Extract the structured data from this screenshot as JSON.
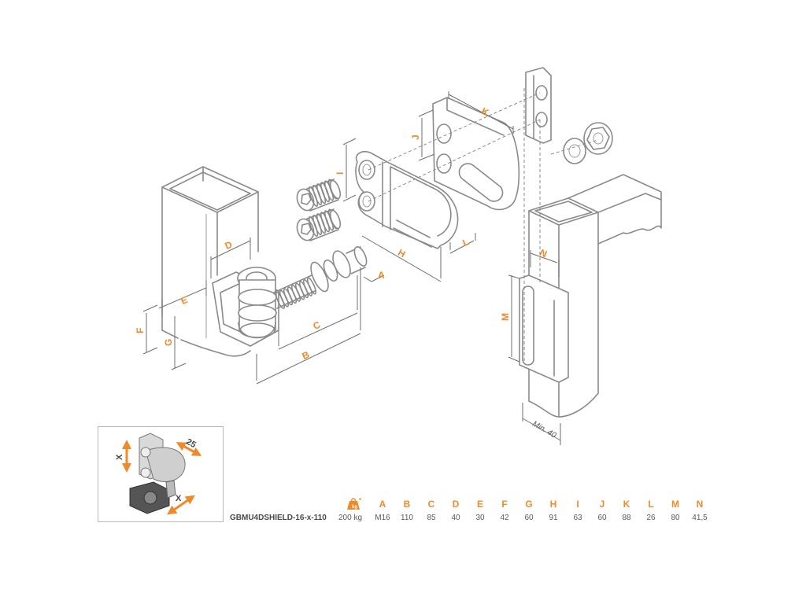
{
  "model": "GBMU4DSHIELD-16-x-110",
  "weight": "200 kg",
  "weight_header_icon": "weight-scale-icon",
  "weight_header_note": "*",
  "columns": [
    "A",
    "B",
    "C",
    "D",
    "E",
    "F",
    "G",
    "H",
    "I",
    "J",
    "K",
    "L",
    "M",
    "N"
  ],
  "values": [
    "M16",
    "110",
    "85",
    "40",
    "30",
    "42",
    "60",
    "91",
    "63",
    "60",
    "88",
    "26",
    "80",
    "41,5"
  ],
  "drawing_labels": {
    "A": "A",
    "B": "B",
    "C": "C",
    "D": "D",
    "E": "E",
    "F": "F",
    "G": "G",
    "H": "H",
    "I": "I",
    "J": "J",
    "K": "K",
    "L": "L",
    "M": "M",
    "N": "N",
    "min": "Min. 40"
  },
  "inset": {
    "x_top": "X",
    "adjust": "25",
    "x_bottom": "X",
    "accent": "#ef8a2c"
  },
  "colors": {
    "accent": "#ef8a2c",
    "line": "#8a8a8a",
    "text": "#5a5a5a"
  }
}
